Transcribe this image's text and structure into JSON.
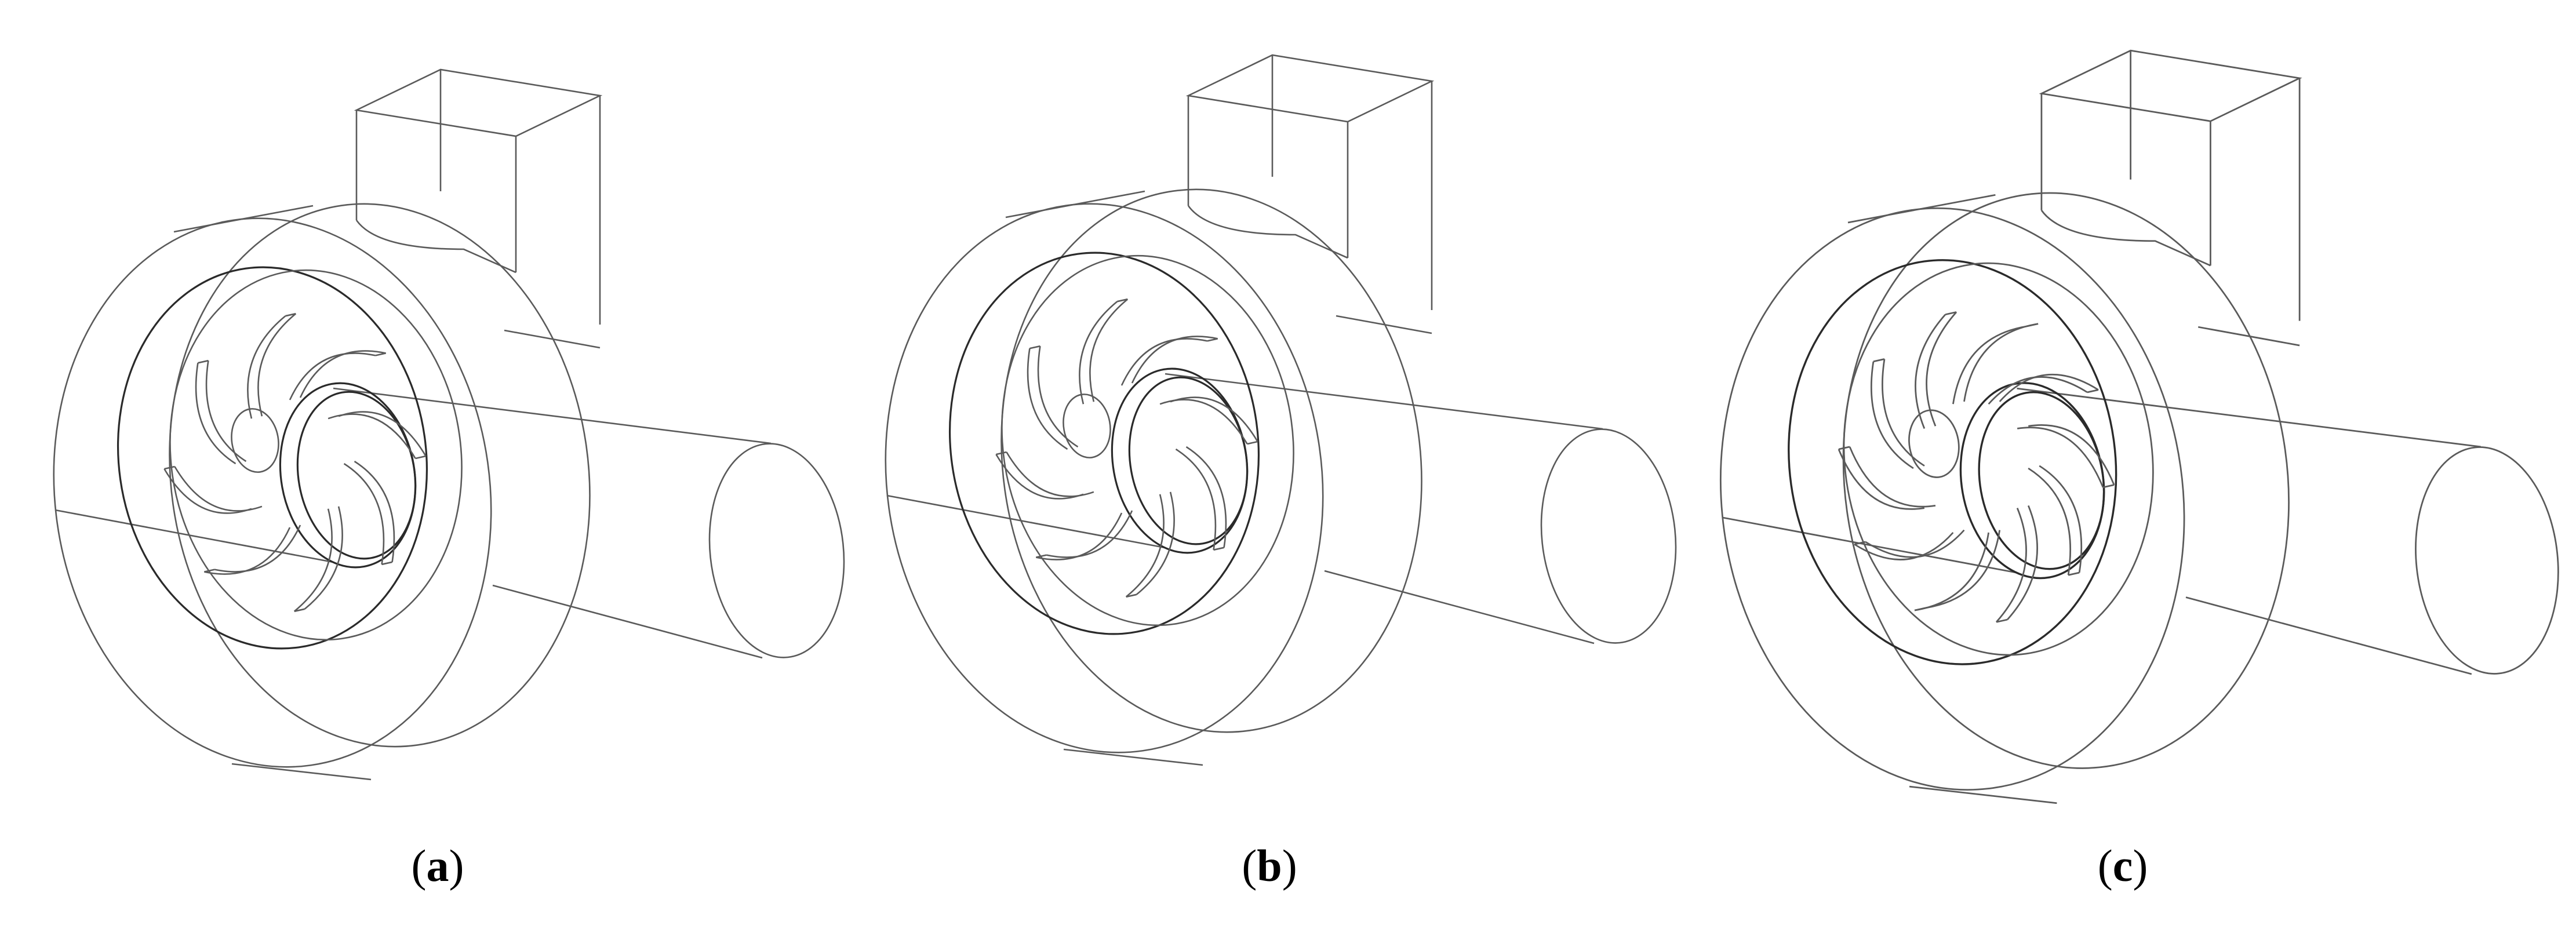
{
  "figure": {
    "panels": [
      {
        "id": "a",
        "label_open": "(",
        "letter": "a",
        "label_close": ")",
        "blade_count": 8
      },
      {
        "id": "b",
        "label_open": "(",
        "letter": "b",
        "label_close": ")",
        "blade_count": 8
      },
      {
        "id": "c",
        "label_open": "(",
        "letter": "c",
        "label_close": ")",
        "blade_count": 10
      }
    ],
    "colors": {
      "line": "#5a5a5a",
      "line_dark": "#2a2a2a",
      "background": "#ffffff",
      "label": "#000000"
    }
  }
}
